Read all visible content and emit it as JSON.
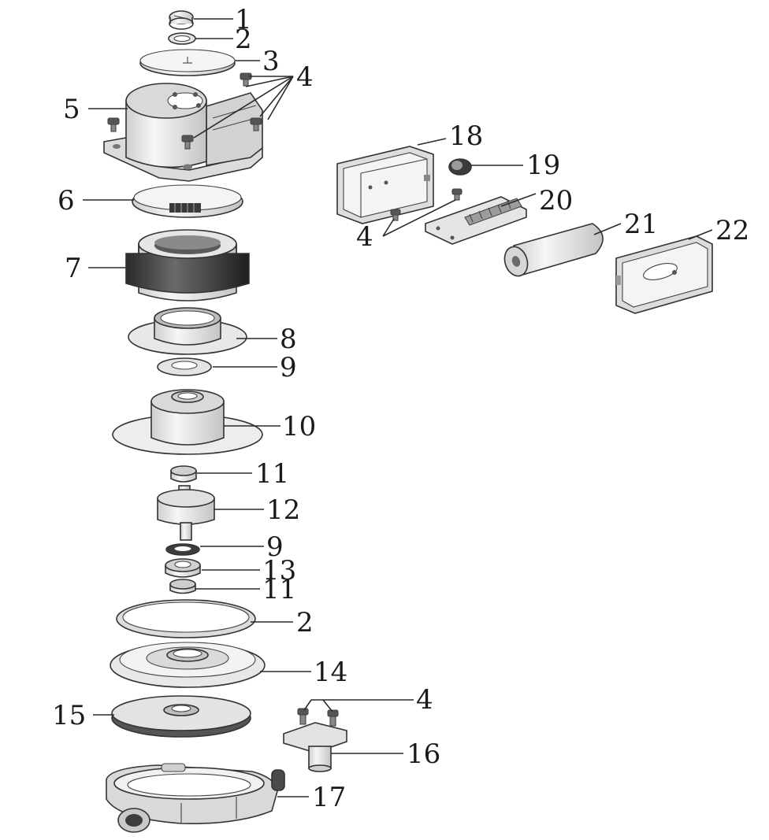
{
  "diagram": {
    "kind": "exploded-parts-view",
    "line_color": "#2a2a2a",
    "part_fill": "#f2f2f2",
    "shade_fill": "#d8d8d8",
    "dark_fill": "#3a3a3a",
    "callouts": {
      "c1": "1",
      "c2a": "2",
      "c3": "3",
      "c4a": "4",
      "c5": "5",
      "c6": "6",
      "c7": "7",
      "c8": "8",
      "c9a": "9",
      "c10": "10",
      "c11a": "11",
      "c12": "12",
      "c9b": "9",
      "c13": "13",
      "c11b": "11",
      "c2b": "2",
      "c14": "14",
      "c15": "15",
      "c4b": "4",
      "c16": "16",
      "c17": "17",
      "c18": "18",
      "c19": "19",
      "c4c": "4",
      "c20": "20",
      "c21": "21",
      "c22": "22"
    }
  }
}
